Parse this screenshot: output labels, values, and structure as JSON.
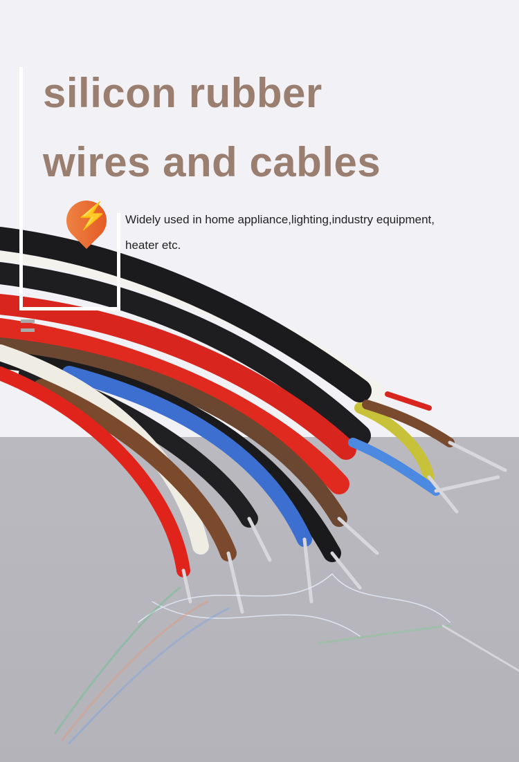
{
  "title": {
    "line1": "silicon rubber",
    "line2": "wires and cables"
  },
  "description": {
    "line1": "Widely used in home appliance,lighting,industry equipment,",
    "line2": "heater etc."
  },
  "icon": "lightning-pin-icon",
  "colors": {
    "title": "#9a7f70",
    "accent": "#e8642a",
    "background": "#f2f2f6",
    "floor": "#b9b9bf"
  }
}
